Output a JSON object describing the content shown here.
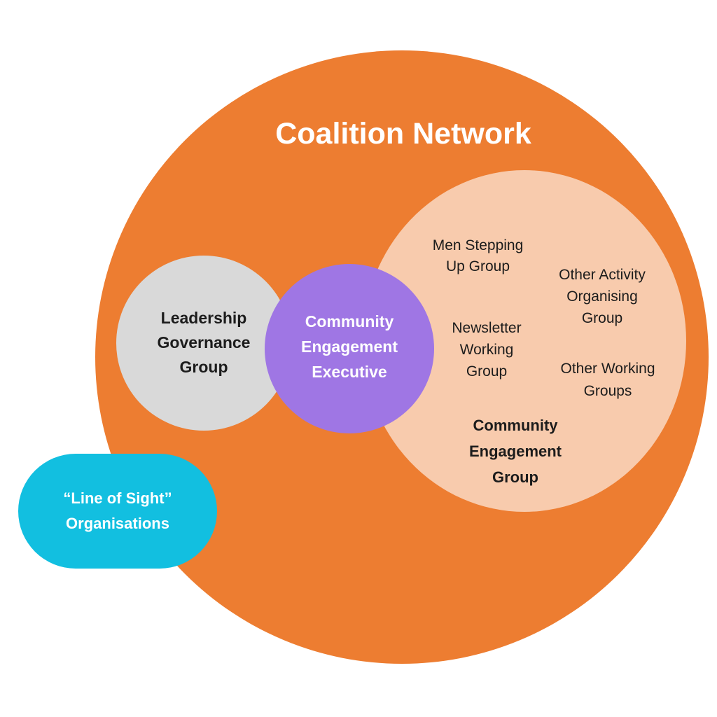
{
  "diagram": {
    "title": "Coalition Network",
    "leadership": "Leadership\nGovernance\nGroup",
    "executive": "Community\nEngagement\nExecutive",
    "engagement_group": {
      "label": "Community\nEngagement\nGroup",
      "members": {
        "men_stepping_up": "Men Stepping\nUp Group",
        "other_activity": "Other Activity\nOrganising\nGroup",
        "newsletter": "Newsletter\nWorking\nGroup",
        "other_working": "Other Working\nGroups"
      }
    },
    "line_of_sight": "“Line of Sight”\nOrganisations"
  },
  "colors": {
    "network": "#ED7D31",
    "engagement_group": "#F8CBAD",
    "leadership": "#D9D9D9",
    "executive": "#9F76E4",
    "line_of_sight": "#12BFE0"
  }
}
